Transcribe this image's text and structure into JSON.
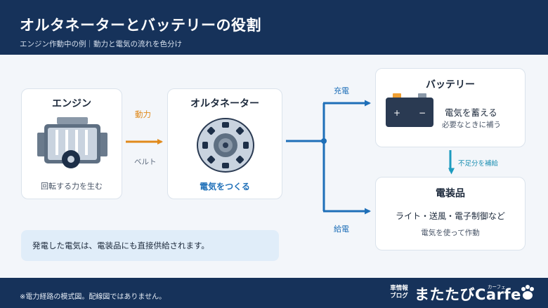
{
  "header": {
    "title": "オルタネーターとバッテリーの役割",
    "subtitle": "エンジン作動中の例｜動力と電気の流れを色分け"
  },
  "engine": {
    "title": "エンジン",
    "caption": "回転する力を生む",
    "icon": "engine-icon"
  },
  "flow": {
    "power_label": "動力",
    "belt_label": "ベルト",
    "charge_label": "充電",
    "supply_label": "給電",
    "shortage_label": "不足分を補給",
    "power_color": "#e08a1c",
    "electric_color": "#1e6fb8",
    "shortage_color": "#1c9bbf"
  },
  "alternator": {
    "title": "オルタネーター",
    "caption": "電気をつくる",
    "icon": "alternator-icon"
  },
  "battery": {
    "title": "バッテリー",
    "description": "電気を蓄える",
    "sub": "必要なときに補う",
    "plus": "+",
    "minus": "−",
    "icon": "battery-icon"
  },
  "electrical": {
    "title": "電装品",
    "description": "ライト・送風・電子制御など",
    "sub": "電気を使って作動"
  },
  "note": {
    "text": "発電した電気は、電装品にも直接供給されます。"
  },
  "footer": {
    "footnote": "※電力経路の模式図。配線図ではありません。",
    "logo_small": "車情報\nブログ",
    "logo_main": "またたびCarfe",
    "logo_ruby": "カーフェ"
  }
}
